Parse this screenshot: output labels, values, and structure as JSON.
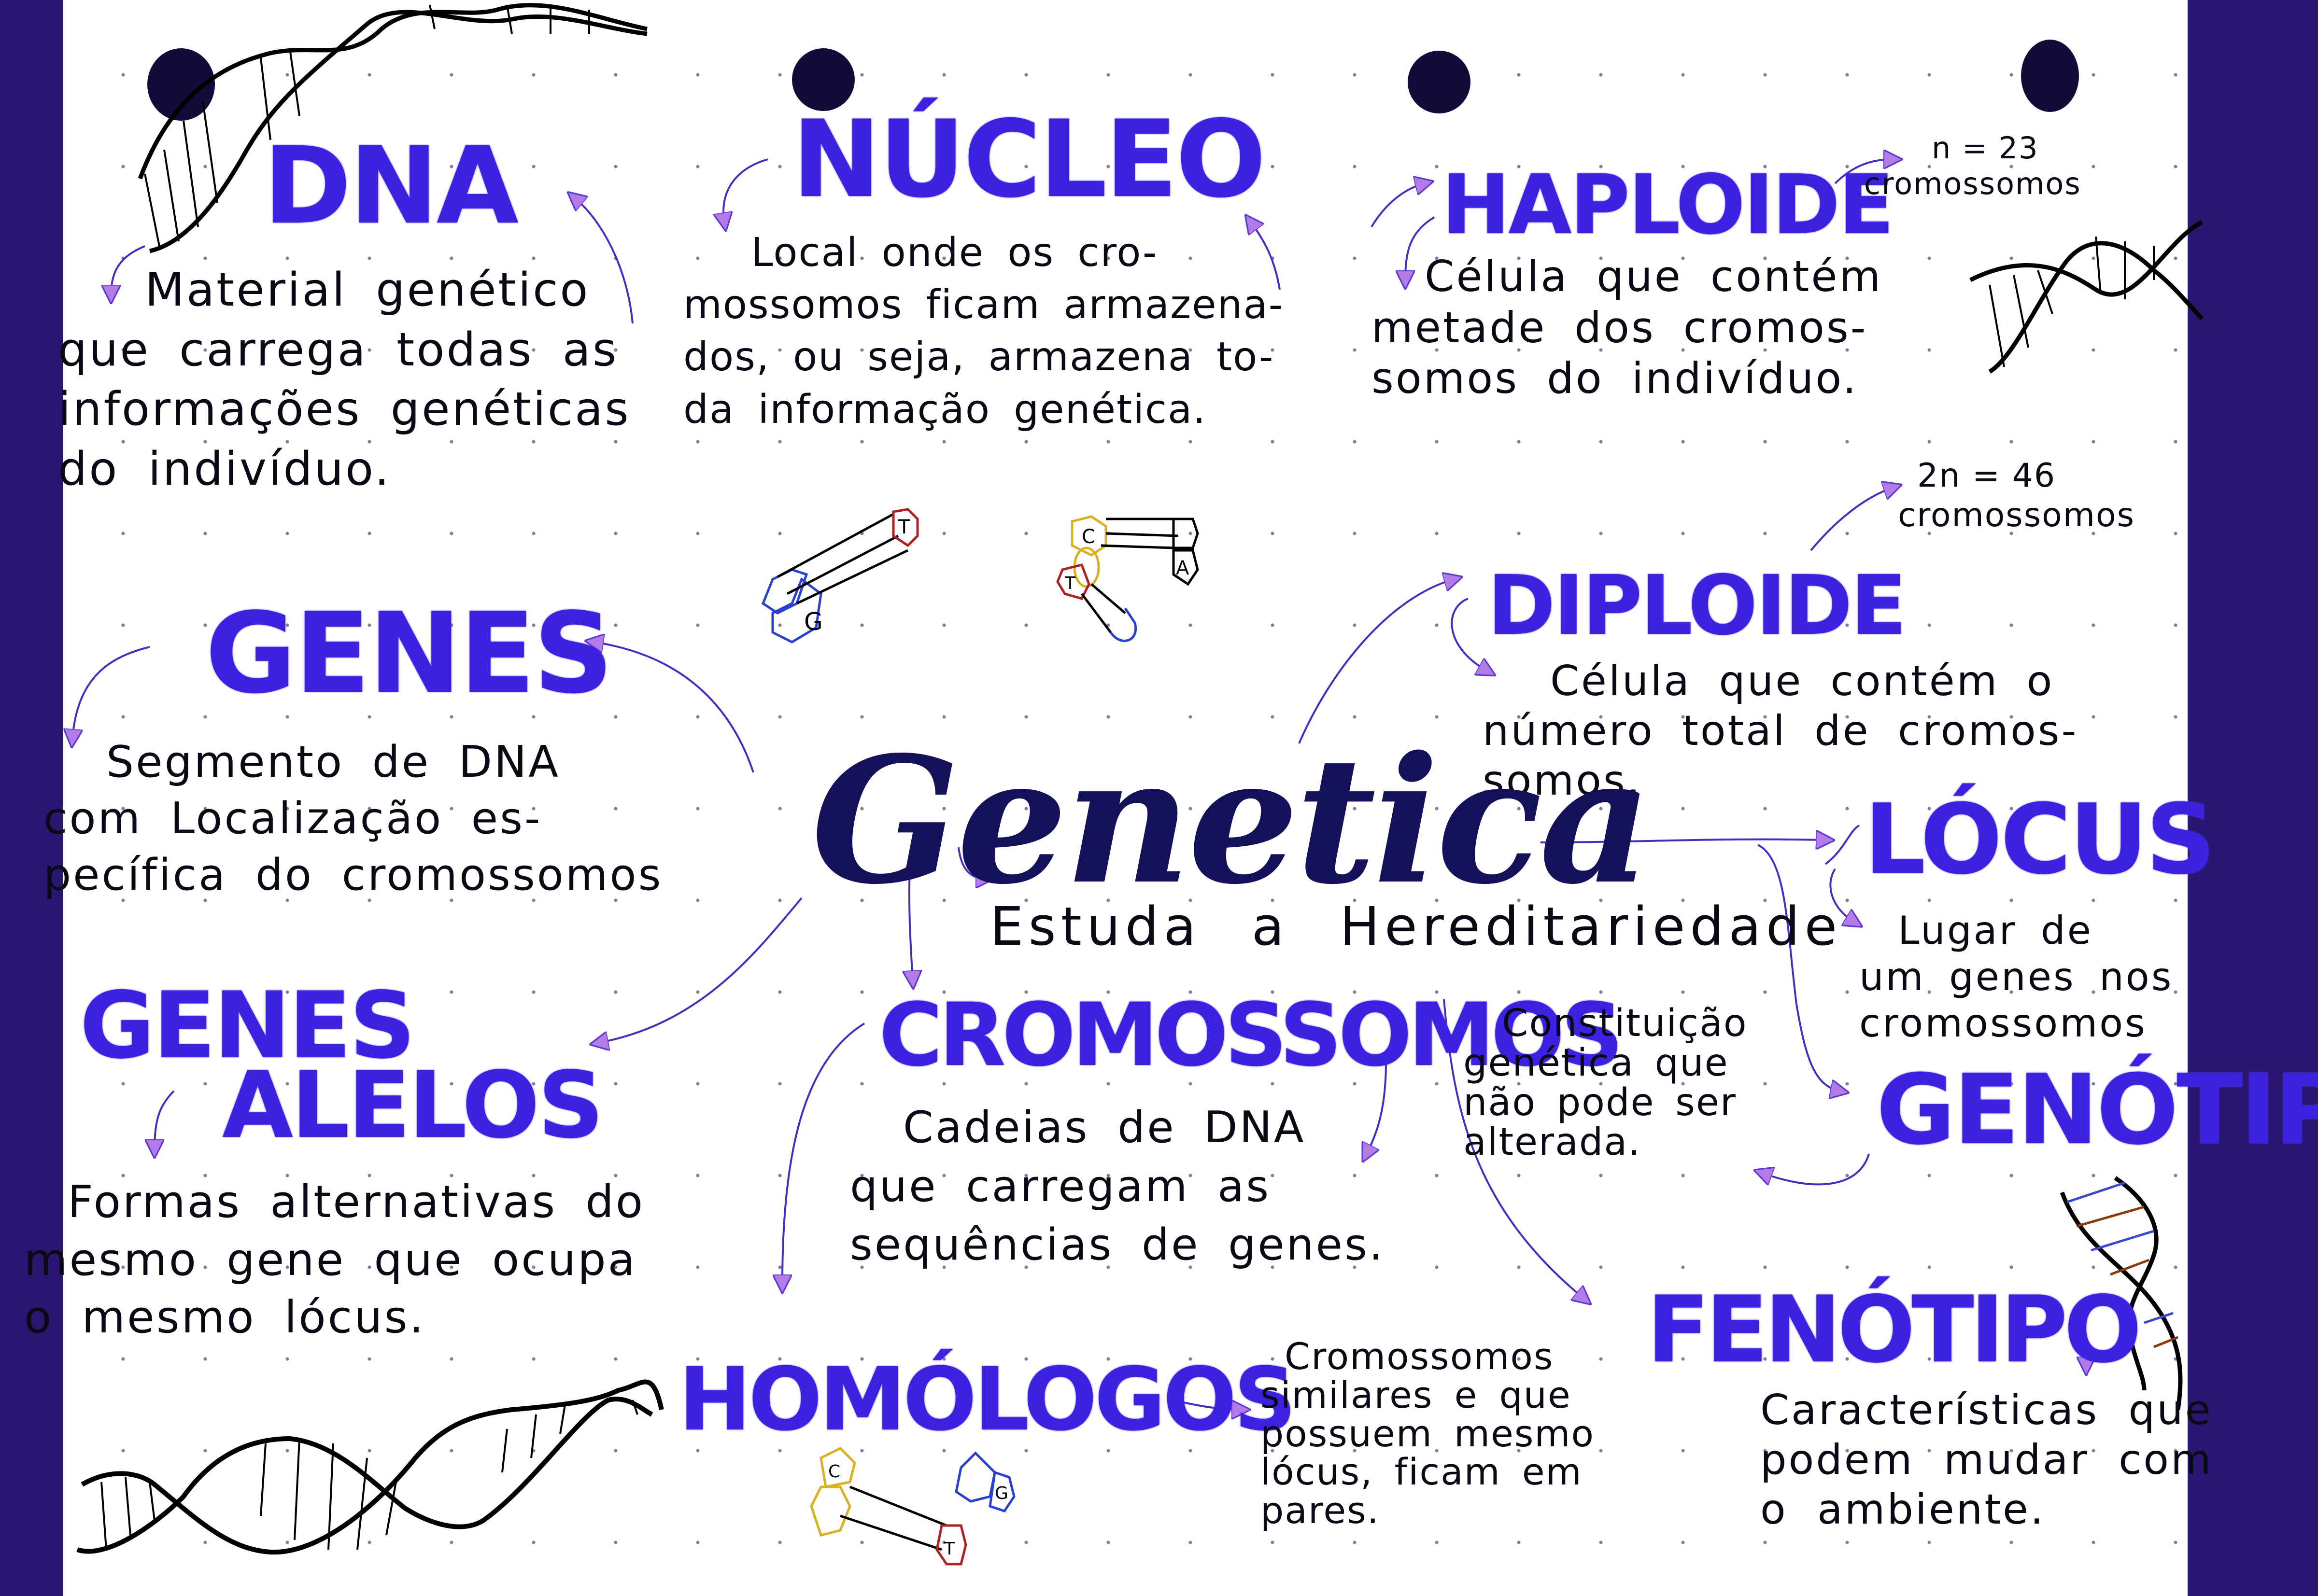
{
  "colors": {
    "background": "#2a1670",
    "paper": "#ffffff",
    "heading": "#3a22e0",
    "body_text": "#0a0a14",
    "main_title": "#14105a",
    "arrow": "#5a3ad0",
    "arrowhead": "#b47ae8"
  },
  "center": {
    "title": "Genetica",
    "subtitle": "Estuda a Hereditariedade"
  },
  "concepts": {
    "dna": {
      "title": "DNA",
      "lines": [
        "Material genético",
        "que carrega todas as",
        "informações genéticas",
        "do indivíduo."
      ]
    },
    "nucleo": {
      "title": "NÚCLEO",
      "lines": [
        "Local onde os cro-",
        "mossomos ficam armazena-",
        "dos, ou seja, armazena to-",
        "da informação genética."
      ]
    },
    "haploide": {
      "title": "HAPLOIDE",
      "note_lines": [
        "n = 23",
        "cromossomos"
      ],
      "lines": [
        "Célula que contém",
        "metade dos cromos-",
        "somos do indivíduo."
      ]
    },
    "diploide": {
      "title": "DIPLOIDE",
      "note_lines": [
        "2n = 46",
        "cromossomos"
      ],
      "lines": [
        "Célula que contém o",
        "número total de cromos-",
        "somos."
      ]
    },
    "genes": {
      "title": "GENES",
      "lines": [
        "Segmento de DNA",
        "com Localização es-",
        "pecífica do cromossomos"
      ]
    },
    "genes_alelos": {
      "title_line1": "GENES",
      "title_line2": "ALELOS",
      "lines": [
        "Formas alternativas do",
        "mesmo gene que ocupa",
        "o mesmo lócus."
      ]
    },
    "cromossomos": {
      "title": "CROMOSSOMOS",
      "lines": [
        "Cadeias de DNA",
        "que carregam as",
        "sequências de genes."
      ]
    },
    "locus": {
      "title": "LÓCUS",
      "lines": [
        "Lugar de",
        "um genes nos",
        "cromossomos"
      ]
    },
    "genotipo": {
      "title": "GENÓTIPO",
      "lines": [
        "Constituição",
        "genética que",
        "não pode ser",
        "alterada."
      ]
    },
    "fenotipo": {
      "title": "FENÓTIPO",
      "lines": [
        "Características que",
        "podem mudar com",
        "o ambiente."
      ]
    },
    "homologos": {
      "title": "HOMÓLOGOS",
      "lines": [
        "Cromossomos",
        "similares e que",
        "possuem mesmo",
        "lócus, ficam em",
        "pares."
      ]
    }
  },
  "molecules": [
    {
      "labels": [
        "G",
        "T"
      ]
    },
    {
      "labels": [
        "C",
        "A",
        "T"
      ]
    },
    {
      "labels": [
        "C",
        "T",
        "G"
      ]
    }
  ],
  "icons": {
    "dna_helix": "double-helix-drawing",
    "nucleotide": "hexagon-base-molecule",
    "binder_hole": "punched-hole"
  }
}
